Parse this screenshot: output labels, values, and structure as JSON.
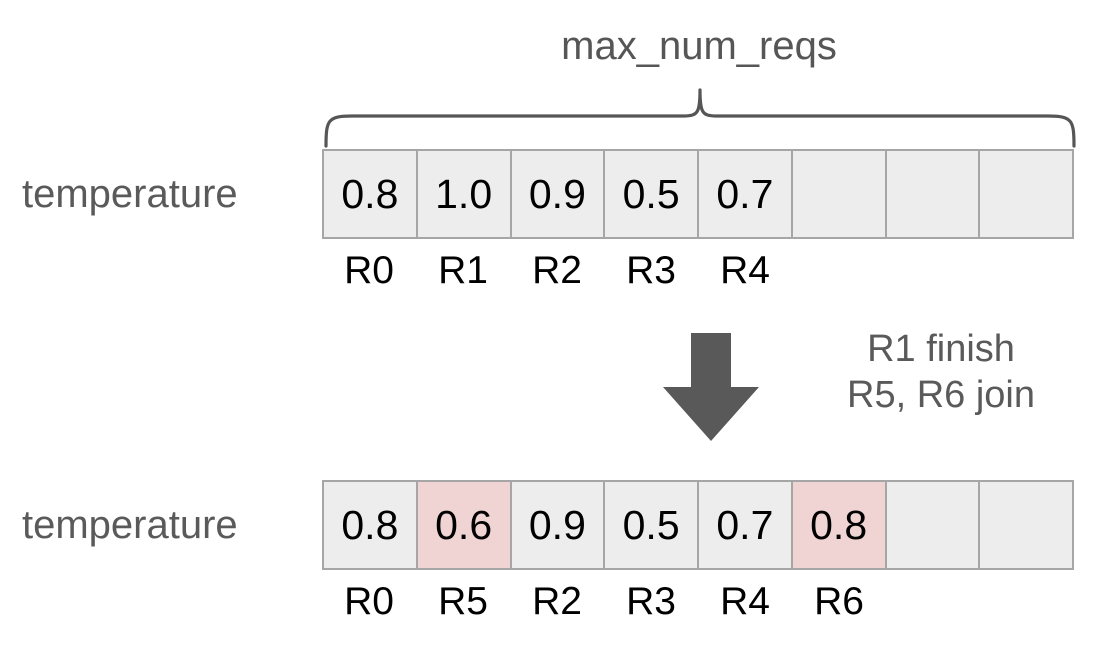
{
  "diagram": {
    "title": "max_num_reqs",
    "brace_label": "max_num_reqs",
    "row_label": "temperature",
    "arrow_icon": "down-arrow-icon",
    "colors": {
      "cell_background": "#ededed",
      "cell_border": "#a6a6a6",
      "highlight_background": "#f0d4d4",
      "label_text": "#5a5a5a",
      "value_text": "#000000",
      "arrow": "#595959",
      "page_background": "#ffffff"
    },
    "capacity": 8,
    "before": {
      "label": "temperature",
      "values": [
        "0.8",
        "1.0",
        "0.9",
        "0.5",
        "0.7",
        "",
        "",
        ""
      ],
      "highlighted": [
        false,
        false,
        false,
        false,
        false,
        false,
        false,
        false
      ],
      "request_ids": [
        "R0",
        "R1",
        "R2",
        "R3",
        "R4",
        "",
        "",
        ""
      ]
    },
    "transition": {
      "lines": [
        "R1 finish",
        "R5, R6 join"
      ]
    },
    "after": {
      "label": "temperature",
      "values": [
        "0.8",
        "0.6",
        "0.9",
        "0.5",
        "0.7",
        "0.8",
        "",
        ""
      ],
      "highlighted": [
        false,
        true,
        false,
        false,
        false,
        true,
        false,
        false
      ],
      "request_ids": [
        "R0",
        "R5",
        "R2",
        "R3",
        "R4",
        "R6",
        "",
        ""
      ]
    }
  }
}
